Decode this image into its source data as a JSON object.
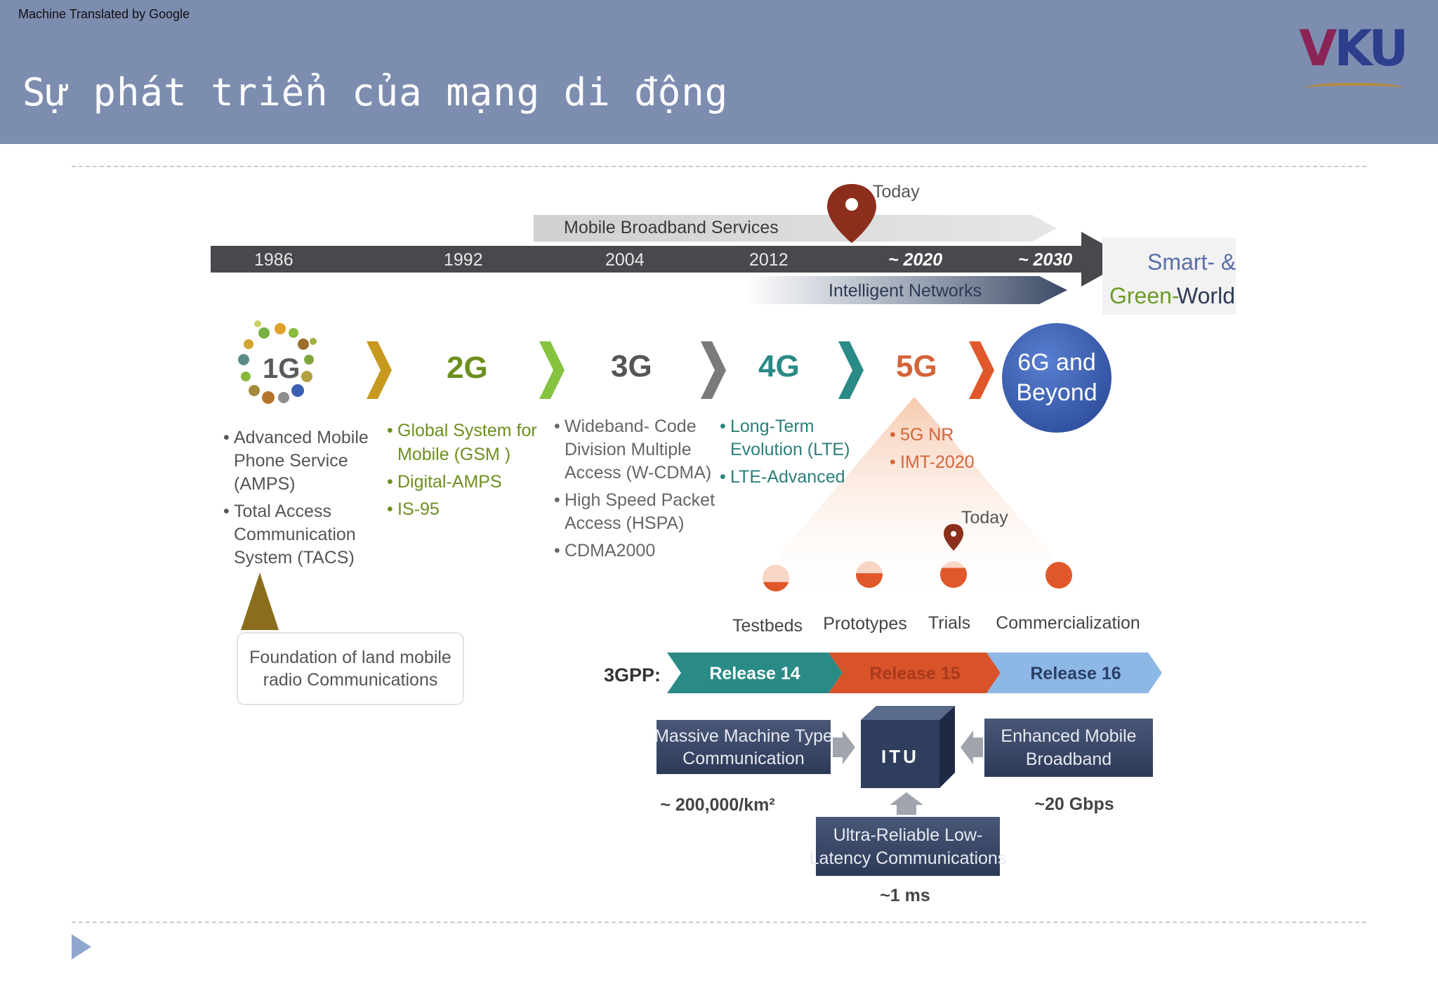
{
  "header": {
    "translation_note": "Machine Translated by Google",
    "title": "Sự phát triển của mạng di động",
    "logo_text": "VKU",
    "colors": {
      "bar": "#7d8db0",
      "logo_v": "#8b2456",
      "logo_k": "#2c3e8c",
      "logo_u": "#2c3e8c"
    }
  },
  "timeline": {
    "years": [
      "1986",
      "1992",
      "2004",
      "2012",
      "~ 2020",
      "~ 2030"
    ],
    "mobile_broadband": "Mobile Broadband Services",
    "intelligent_networks": "Intelligent Networks",
    "today_label": "Today",
    "end_label_1": "Smart- &",
    "end_label_2a": "Green-",
    "end_label_2b": "World"
  },
  "generations": [
    {
      "label": "1G",
      "color": "#5a5a5a",
      "chevron_color": "#c79a1f",
      "bullets": [
        "Advanced Mobile Phone Service (AMPS)",
        "Total Access Communication System (TACS)"
      ]
    },
    {
      "label": "2G",
      "color": "#6d8f1e",
      "chevron_color": "#86c440",
      "bullets": [
        "Global System for Mobile (GSM )",
        "Digital-AMPS",
        "IS-95"
      ]
    },
    {
      "label": "3G",
      "color": "#555555",
      "chevron_color": "#7a7a7a",
      "bullets": [
        "Wideband- Code Division Multiple Access (W-CDMA)",
        "High Speed Packet Access (HSPA)",
        "CDMA2000"
      ]
    },
    {
      "label": "4G",
      "color": "#2a8a86",
      "chevron_color": "#2a8a86",
      "bullets": [
        "Long-Term Evolution (LTE)",
        "LTE-Advanced"
      ]
    },
    {
      "label": "5G",
      "color": "#d4643a",
      "chevron_color": "#e0582a",
      "bullets": [
        "5G NR",
        "IMT-2020"
      ]
    }
  ],
  "beyond": {
    "line1": "6G and",
    "line2": "Beyond",
    "color": "#3b5fb5"
  },
  "foundation": {
    "line1": "Foundation of land mobile",
    "line2": "radio Communications"
  },
  "stages": {
    "today_label": "Today",
    "items": [
      "Testbeds",
      "Prototypes",
      "Trials",
      "Commercialization"
    ],
    "fill_fractions": [
      0.35,
      0.55,
      0.75,
      1.0
    ]
  },
  "threegpp": {
    "label": "3GPP:",
    "releases": [
      {
        "label": "Release 14",
        "color": "#2a8a86"
      },
      {
        "label": "Release 15",
        "color": "#d9532a"
      },
      {
        "label": "Release 16",
        "color": "#8db8e6"
      }
    ]
  },
  "itu": {
    "cube_label": "ITU",
    "mmtc": {
      "line1": "Massive Machine Type",
      "line2": "Communication",
      "metric": "~ 200,000/km²"
    },
    "embb": {
      "line1": "Enhanced Mobile",
      "line2": "Broadband",
      "metric": "~20 Gbps"
    },
    "urllc": {
      "line1": "Ultra-Reliable Low-",
      "line2": "Latency Communications",
      "metric": "~1 ms"
    }
  }
}
